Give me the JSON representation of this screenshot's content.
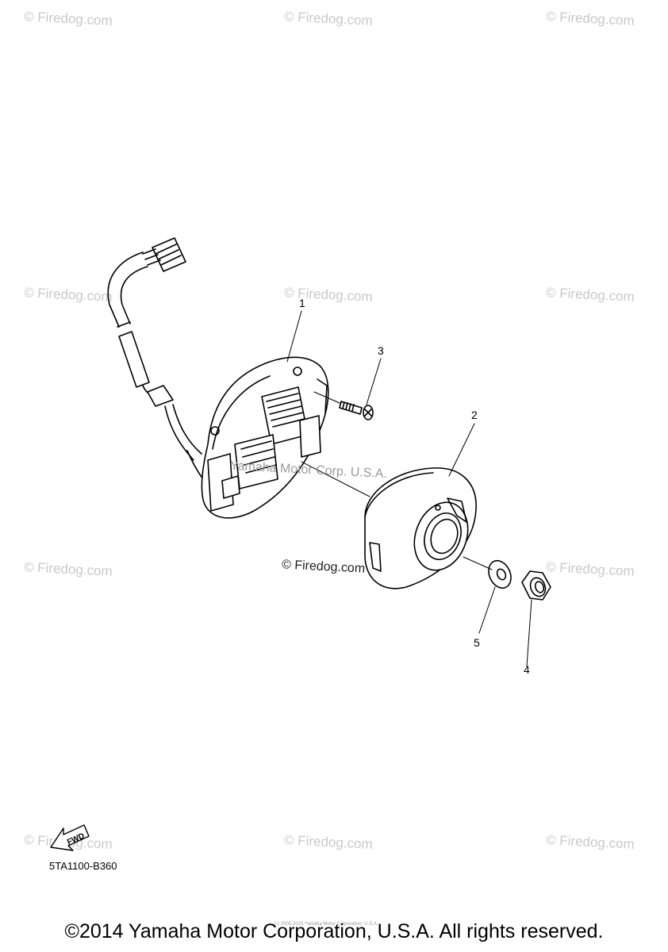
{
  "watermark": "© Firedog.com",
  "watermark_center": "© Firedog.com",
  "watermark_yamaha": "Yamaha Motor Corp. U.S.A.",
  "callouts": {
    "c1": "1",
    "c2": "2",
    "c3": "3",
    "c4": "4",
    "c5": "5"
  },
  "fwd_label": "FWD",
  "diagram_code": "5TA1100-B360",
  "tiny_text": "(c) 2005-2015 Yamaha Motor Corporation, U.S.A.",
  "copyright": "©2014 Yamaha Motor Corporation, U.S.A. All rights reserved."
}
